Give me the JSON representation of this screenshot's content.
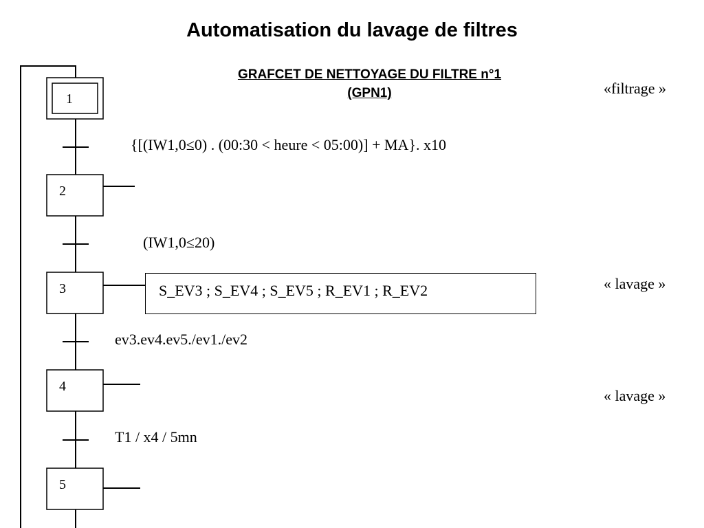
{
  "title": "Automatisation du lavage de filtres",
  "subtitle": {
    "line1": "GRAFCET DE NETTOYAGE DU FILTRE n°1",
    "line2": "(GPN1)"
  },
  "steps": [
    {
      "number": "1",
      "initial": true
    },
    {
      "number": "2",
      "initial": false
    },
    {
      "number": "3",
      "initial": false
    },
    {
      "number": "4",
      "initial": false
    },
    {
      "number": "5",
      "initial": false
    }
  ],
  "transitions": [
    {
      "condition": "{[(IW1,0≤0) . (00:30 < heure < 05:00)] + MA}. x10"
    },
    {
      "condition": "(IW1,0≤20)"
    },
    {
      "condition": "ev3.ev4.ev5./ev1./ev2"
    },
    {
      "condition": "T1 / x4 / 5mn"
    }
  ],
  "actions": {
    "step3": "S_EV3 ; S_EV4 ; S_EV5 ; R_EV1 ; R_EV2"
  },
  "modes": {
    "step1": "«filtrage »",
    "step3": "« lavage »",
    "step4": "« lavage »"
  }
}
